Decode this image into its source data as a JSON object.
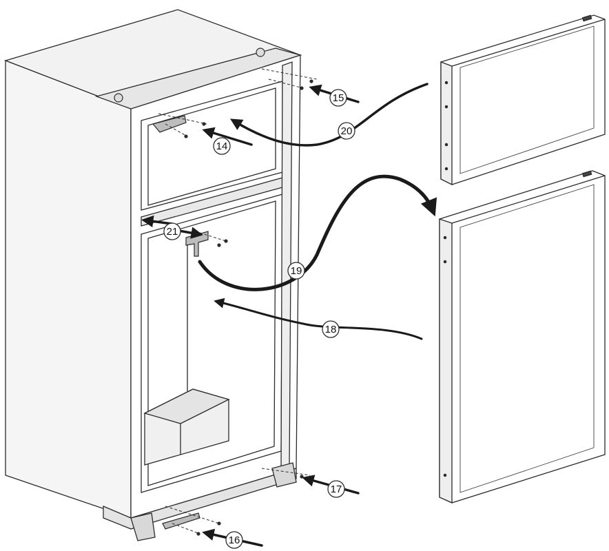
{
  "diagram": {
    "colors": {
      "line": "#2b2b2b",
      "arrow": "#1a1a1a",
      "panel_face": "#ffffff",
      "shade": "#e9e9e9",
      "dark_shade": "#cfcfcf"
    },
    "callouts": [
      {
        "label": "14"
      },
      {
        "label": "15"
      },
      {
        "label": "16"
      },
      {
        "label": "17"
      },
      {
        "label": "18"
      },
      {
        "label": "19"
      },
      {
        "label": "20"
      },
      {
        "label": "21"
      }
    ]
  }
}
